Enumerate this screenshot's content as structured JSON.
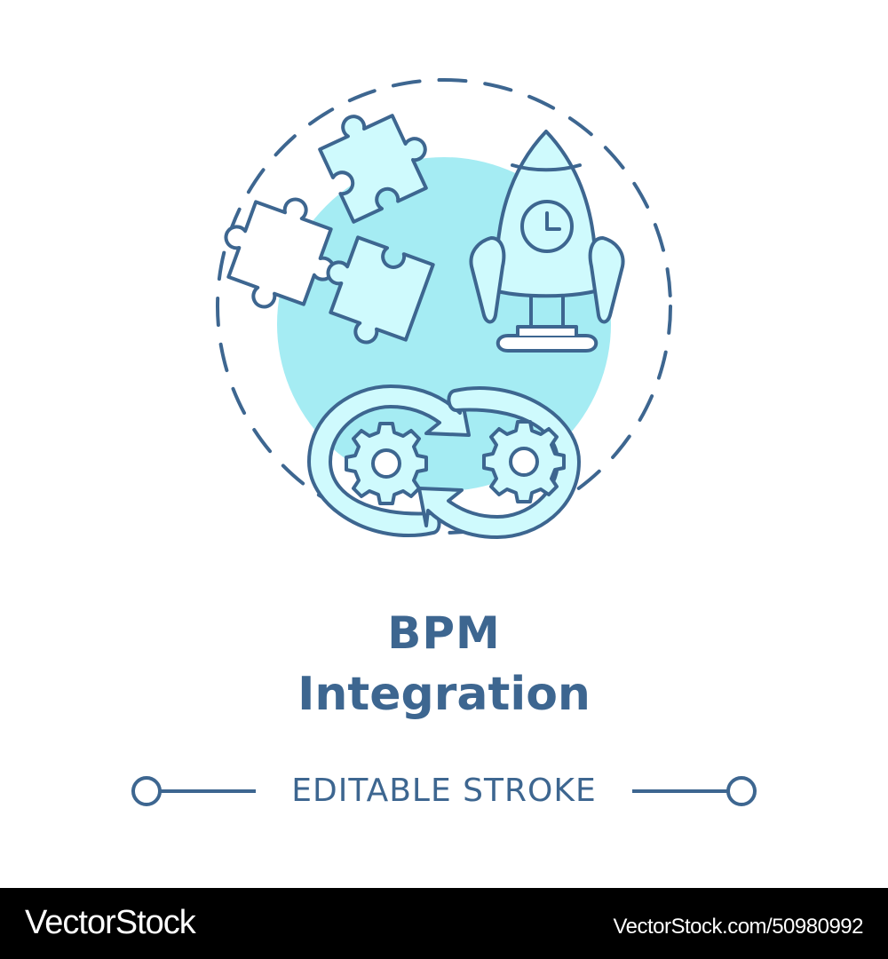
{
  "title": {
    "line1": "BPM",
    "line2": "Integration"
  },
  "badge": {
    "label": "EDITABLE STROKE"
  },
  "footer": {
    "brand": "VectorStock",
    "url": "VectorStock.com/50980992"
  },
  "colors": {
    "stroke": "#3d6690",
    "circle_fill": "#a5ecf3",
    "icon_fill": "#cffafd",
    "footer_bg": "#000000"
  },
  "icons": [
    "puzzle-pieces-icon",
    "rocket-clock-icon",
    "gears-cycle-icon"
  ]
}
